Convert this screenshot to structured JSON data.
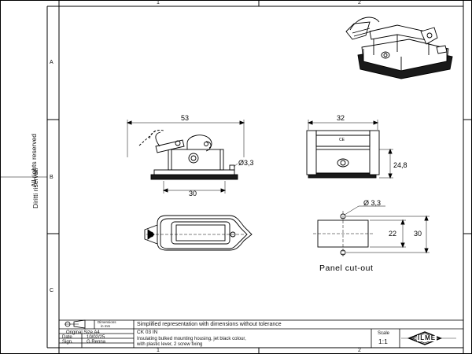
{
  "frame": {
    "zones_top": [
      "1",
      "2"
    ],
    "zones_bottom": [
      "1",
      "2"
    ],
    "zones_left": [
      "A",
      "B",
      "C"
    ]
  },
  "side": {
    "rights_en": "All rights reserved",
    "rights_it": "Diritti riservati"
  },
  "dimensions": {
    "front_width": "53",
    "front_base": "30",
    "front_hole": "Ø3,3",
    "side_width": "32",
    "side_height": "24,8",
    "cutout_hole": "Ø 3,3",
    "cutout_inner": "22",
    "cutout_outer": "30"
  },
  "labels": {
    "panel_cutout": "Panel cut-out"
  },
  "titleblock": {
    "dims_note_line1": "Dimensions",
    "dims_note_line2": "in mm",
    "description": "Simplified representation with dimensions without tolerance",
    "original_size": "Original Size A4",
    "date_label": "Date",
    "date_value": "10/02/25",
    "sign_label": "Sign.",
    "sign_value": "G.Renna",
    "code": "CK 03 IN",
    "desc_line1": "Insulating bulked mounting housing, jet black colour,",
    "desc_line2": "with plastic lever, 2 screw fixing",
    "scale_label": "Scale",
    "scale_value": "1:1",
    "logo_text": "ILME"
  }
}
